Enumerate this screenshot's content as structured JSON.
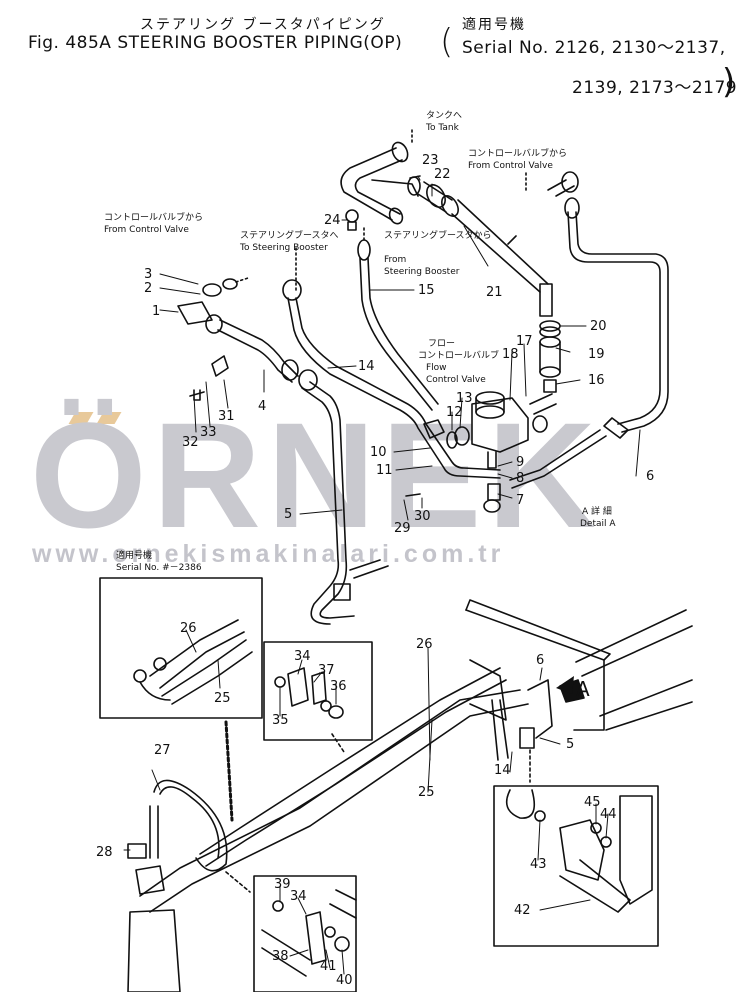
{
  "title": {
    "jp": "ステアリング ブースタパイピング",
    "en": "Fig. 485A STEERING BOOSTER PIPING(OP)",
    "serial_jp": "適用号機",
    "serial_line1": "Serial No. 2126, 2130～2137,",
    "serial_line2": "2139, 2173～2179"
  },
  "watermark": {
    "brand": "ÖRNEK",
    "url": "www.ornekismakinalari.com.tr"
  },
  "notes": {
    "tank_jp": "タンクへ",
    "tank_en": "To Tank",
    "cv_right_jp": "コントロールバルブから",
    "cv_right_en": "From Control Valve",
    "cv_left_jp": "コントロールバルブから",
    "cv_left_en": "From Control Valve",
    "to_sb_jp": "ステアリングブースタへ",
    "to_sb_en": "To Steering Booster",
    "from_sb_jp": "ステアリングブースタから",
    "from_sb_en1": "From",
    "from_sb_en2": "Steering Booster",
    "flow_jp1": "フロー",
    "flow_jp2": "コントロールバルブ",
    "flow_en1": "Flow",
    "flow_en2": "Control Valve",
    "detail_jp": "A 詳 細",
    "detail_en": "Detail A",
    "inset_jp": "適用号機",
    "inset_en": "Serial No. #－2386",
    "arrow_a": "A"
  },
  "parts": [
    "1",
    "2",
    "3",
    "4",
    "5",
    "6",
    "7",
    "8",
    "9",
    "10",
    "11",
    "12",
    "13",
    "14",
    "15",
    "16",
    "17",
    "18",
    "19",
    "20",
    "21",
    "22",
    "23",
    "24",
    "25",
    "26",
    "27",
    "28",
    "29",
    "30",
    "31",
    "32",
    "33",
    "34",
    "35",
    "36",
    "37",
    "38",
    "39",
    "40",
    "41",
    "42",
    "43",
    "44",
    "45"
  ],
  "colors": {
    "line": "#111111",
    "watermark": "#c9c9cf",
    "accent": "#e8c99a"
  }
}
